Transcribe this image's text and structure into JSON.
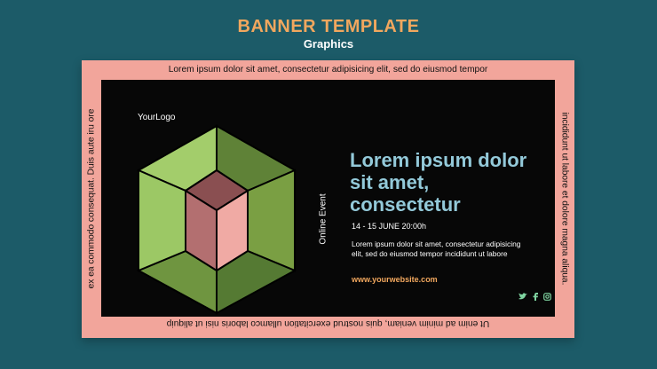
{
  "header": {
    "title": "BANNER TEMPLATE",
    "subtitle": "Graphics"
  },
  "banner": {
    "border_top": "Lorem ipsum dolor sit amet, consectetur adipisicing elit, sed do eiusmod tempor",
    "border_right": "incididunt ut labore et dolore magna aliqua.",
    "border_bottom": "Ut enim ad minim veniam, quis nostrud exercitation ullamco laboris nisi ut aliquip",
    "border_left": "ex ea commodo consequat. Duis aute iru ore",
    "logo": "YourLogo",
    "vertical_label": "Online Event",
    "headline": "Lorem ipsum dolor sit amet, consectetur",
    "dates": "14 - 15 JUNE 20:00h",
    "description": "Lorem ipsum dolor sit amet, consectetur adipisicing elit, sed do eiusmod tempor incididunt ut labore",
    "website": "www.yourwebsite.com",
    "social_icons": [
      "twitter-icon",
      "facebook-icon",
      "instagram-icon"
    ]
  },
  "colors": {
    "background": "#1c5b68",
    "accent_orange": "#f1a75e",
    "frame_pink": "#f2a59b",
    "headline_blue": "#93c9d9",
    "cube_green_light": "#a3cd6b",
    "cube_green_dark": "#5c7f35",
    "small_cube_rose": "#b56f6f"
  }
}
